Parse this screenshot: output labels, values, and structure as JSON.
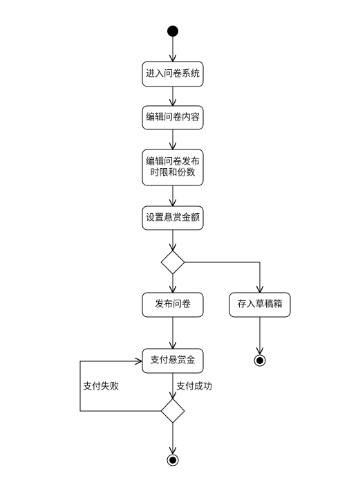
{
  "diagram": {
    "actions": {
      "enter_system": "进入问卷系统",
      "edit_content": "编辑问卷内容",
      "edit_limits_line1": "编辑问卷发布",
      "edit_limits_line2": "时限和份数",
      "set_reward": "设置悬赏金额",
      "publish": "发布问卷",
      "save_draft": "存入草稿箱",
      "pay_reward": "支付悬赏金"
    },
    "edges": {
      "pay_fail": "支付失败",
      "pay_success": "支付成功"
    }
  }
}
